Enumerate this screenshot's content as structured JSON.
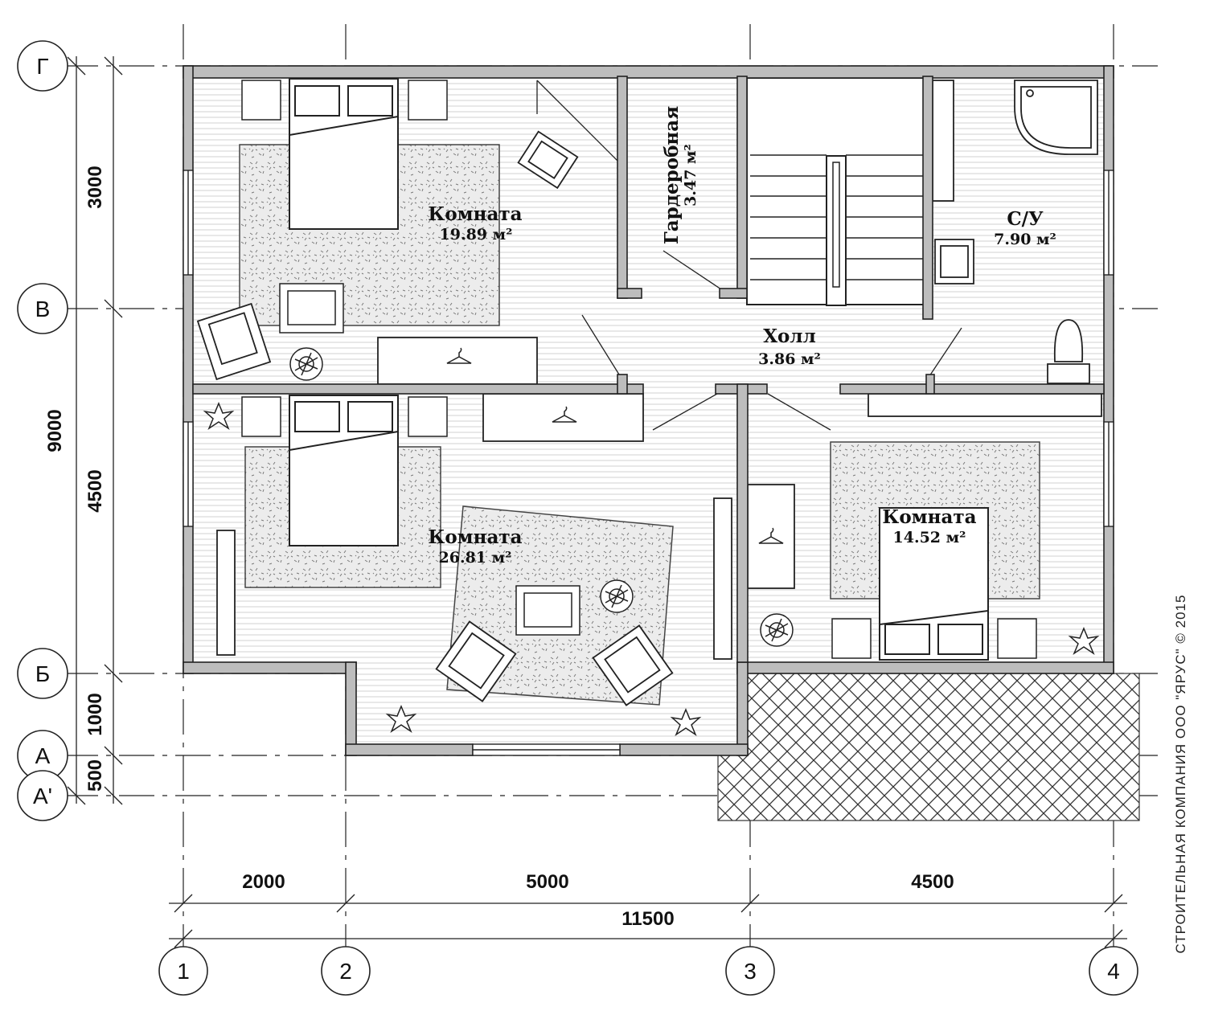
{
  "axes": {
    "rows": [
      "Г",
      "В",
      "Б",
      "А",
      "А'"
    ],
    "columns": [
      "1",
      "2",
      "3",
      "4"
    ]
  },
  "dimensions": {
    "vertical_total": "9000",
    "vertical": [
      "3000",
      "4500",
      "1000",
      "500"
    ],
    "horizontal": [
      "2000",
      "5000",
      "4500"
    ],
    "horizontal_total": "11500"
  },
  "rooms": {
    "room_1": {
      "name": "Комната",
      "area": "19.89 м²"
    },
    "wardrobe": {
      "name": "Гардеробная",
      "area": "3.47 м²"
    },
    "bathroom": {
      "name": "С/У",
      "area": "7.90 м²"
    },
    "hall": {
      "name": "Холл",
      "area": "3.86 м²"
    },
    "room_2": {
      "name": "Комната",
      "area": "26.81 м²"
    },
    "room_3": {
      "name": "Комната",
      "area": "14.52 м²"
    }
  },
  "copyright": "СТРОИТЕЛЬНАЯ КОМПАНИЯ ООО \"ЯРУС\" © 2015"
}
